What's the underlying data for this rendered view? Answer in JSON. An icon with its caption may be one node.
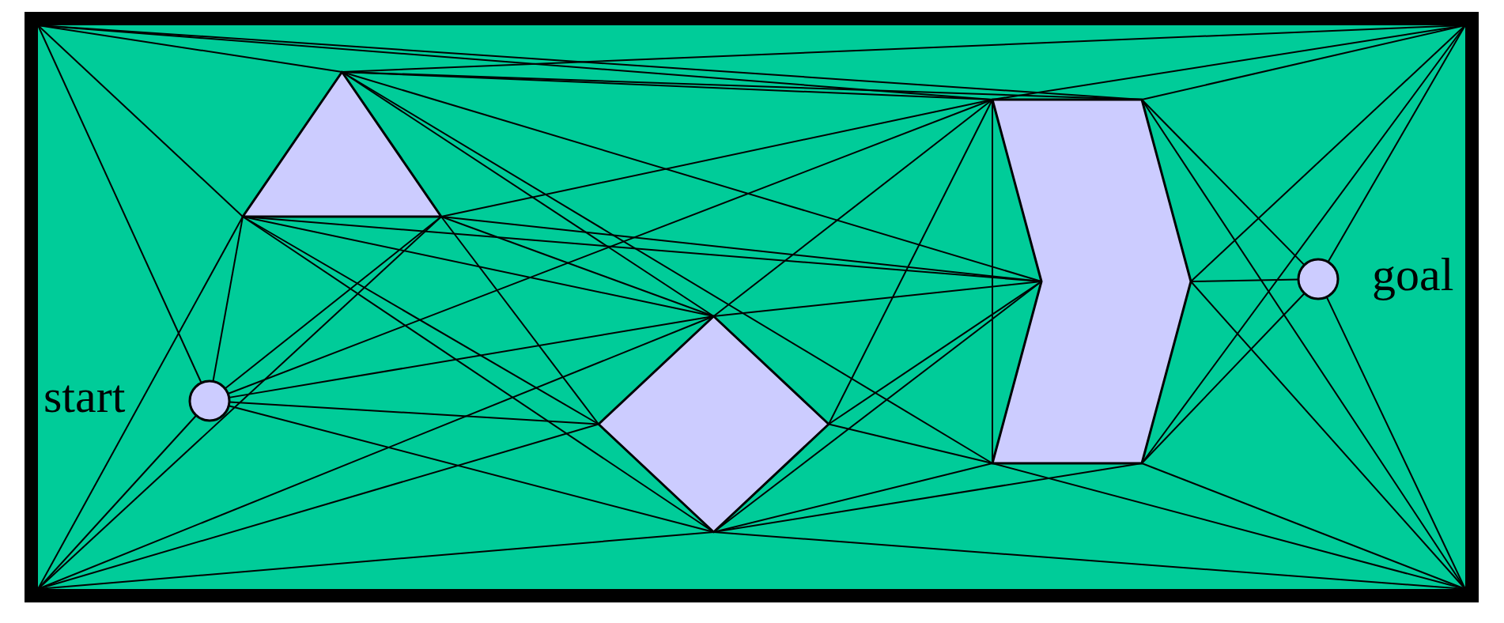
{
  "diagram": {
    "nodes": [
      {
        "text": [],
        "shape": "box"
      },
      {
        "text": [],
        "shape": "circle",
        "beside": [
          "start"
        ],
        "in": 0
      },
      {
        "text": [],
        "shape": "triangle",
        "in": 0
      },
      {
        "text": [],
        "shape": "diamond",
        "in": 0
      },
      {
        "text": [],
        "shape": "chevron",
        "in": 0
      },
      {
        "text": [],
        "shape": "circle",
        "beside": [
          "goal"
        ],
        "in": 0
      }
    ],
    "edges": [
      {
        "from": 0,
        "to": 2,
        "arrow": "none"
      },
      {
        "from": 0,
        "to": 2,
        "arrow": "none"
      },
      {
        "from": 0,
        "to": 1,
        "arrow": "none"
      },
      {
        "from": 0,
        "to": 4,
        "arrow": "none"
      },
      {
        "from": 0,
        "to": 4,
        "arrow": "none"
      },
      {
        "from": 2,
        "to": 0,
        "arrow": "none"
      },
      {
        "from": 4,
        "to": 0,
        "arrow": "none"
      },
      {
        "from": 4,
        "to": 0,
        "arrow": "none"
      },
      {
        "from": 4,
        "to": 0,
        "arrow": "none"
      },
      {
        "from": 4,
        "to": 0,
        "arrow": "none"
      },
      {
        "from": 5,
        "to": 0,
        "arrow": "none"
      },
      {
        "from": 3,
        "to": 0,
        "arrow": "none"
      },
      {
        "from": 4,
        "to": 0,
        "arrow": "none"
      },
      {
        "from": 4,
        "to": 0,
        "arrow": "none"
      },
      {
        "from": 4,
        "to": 0,
        "arrow": "none"
      },
      {
        "from": 4,
        "to": 0,
        "arrow": "none"
      },
      {
        "from": 5,
        "to": 0,
        "arrow": "none"
      },
      {
        "from": 0,
        "to": 2,
        "arrow": "none"
      },
      {
        "from": 0,
        "to": 1,
        "arrow": "none"
      },
      {
        "from": 0,
        "to": 2,
        "arrow": "none"
      },
      {
        "from": 0,
        "to": 3,
        "arrow": "none"
      },
      {
        "from": 0,
        "to": 3,
        "arrow": "none"
      },
      {
        "from": 0,
        "to": 3,
        "arrow": "none"
      },
      {
        "from": 2,
        "to": 4,
        "arrow": "none"
      },
      {
        "from": 2,
        "to": 4,
        "arrow": "none"
      },
      {
        "from": 2,
        "to": 4,
        "arrow": "none"
      },
      {
        "from": 2,
        "to": 3,
        "arrow": "none"
      },
      {
        "from": 2,
        "to": 4,
        "arrow": "none"
      },
      {
        "from": 1,
        "to": 2,
        "arrow": "none"
      },
      {
        "from": 2,
        "to": 4,
        "arrow": "none"
      },
      {
        "from": 2,
        "to": 3,
        "arrow": "none"
      },
      {
        "from": 2,
        "to": 3,
        "arrow": "none"
      },
      {
        "from": 2,
        "to": 3,
        "arrow": "none"
      },
      {
        "from": 1,
        "to": 2,
        "arrow": "none"
      },
      {
        "from": 2,
        "to": 4,
        "arrow": "none"
      },
      {
        "from": 2,
        "to": 4,
        "arrow": "none"
      },
      {
        "from": 2,
        "to": 3,
        "arrow": "none"
      },
      {
        "from": 2,
        "to": 3,
        "arrow": "none"
      },
      {
        "from": 1,
        "to": 3,
        "arrow": "none"
      },
      {
        "from": 1,
        "to": 3,
        "arrow": "none"
      },
      {
        "from": 1,
        "to": 3,
        "arrow": "none"
      },
      {
        "from": 1,
        "to": 4,
        "arrow": "none"
      },
      {
        "from": 3,
        "to": 4,
        "arrow": "none"
      },
      {
        "from": 3,
        "to": 4,
        "arrow": "none"
      },
      {
        "from": 3,
        "to": 4,
        "arrow": "none"
      },
      {
        "from": 3,
        "to": 4,
        "arrow": "none"
      },
      {
        "from": 3,
        "to": 4,
        "arrow": "none"
      },
      {
        "from": 3,
        "to": 4,
        "arrow": "none"
      },
      {
        "from": 3,
        "to": 4,
        "arrow": "none"
      },
      {
        "from": 3,
        "to": 4,
        "arrow": "none"
      },
      {
        "from": 4,
        "to": 4,
        "arrow": "none"
      },
      {
        "from": 4,
        "to": 5,
        "arrow": "none"
      },
      {
        "from": 4,
        "to": 5,
        "arrow": "none"
      },
      {
        "from": 4,
        "to": 5,
        "arrow": "none"
      }
    ]
  }
}
